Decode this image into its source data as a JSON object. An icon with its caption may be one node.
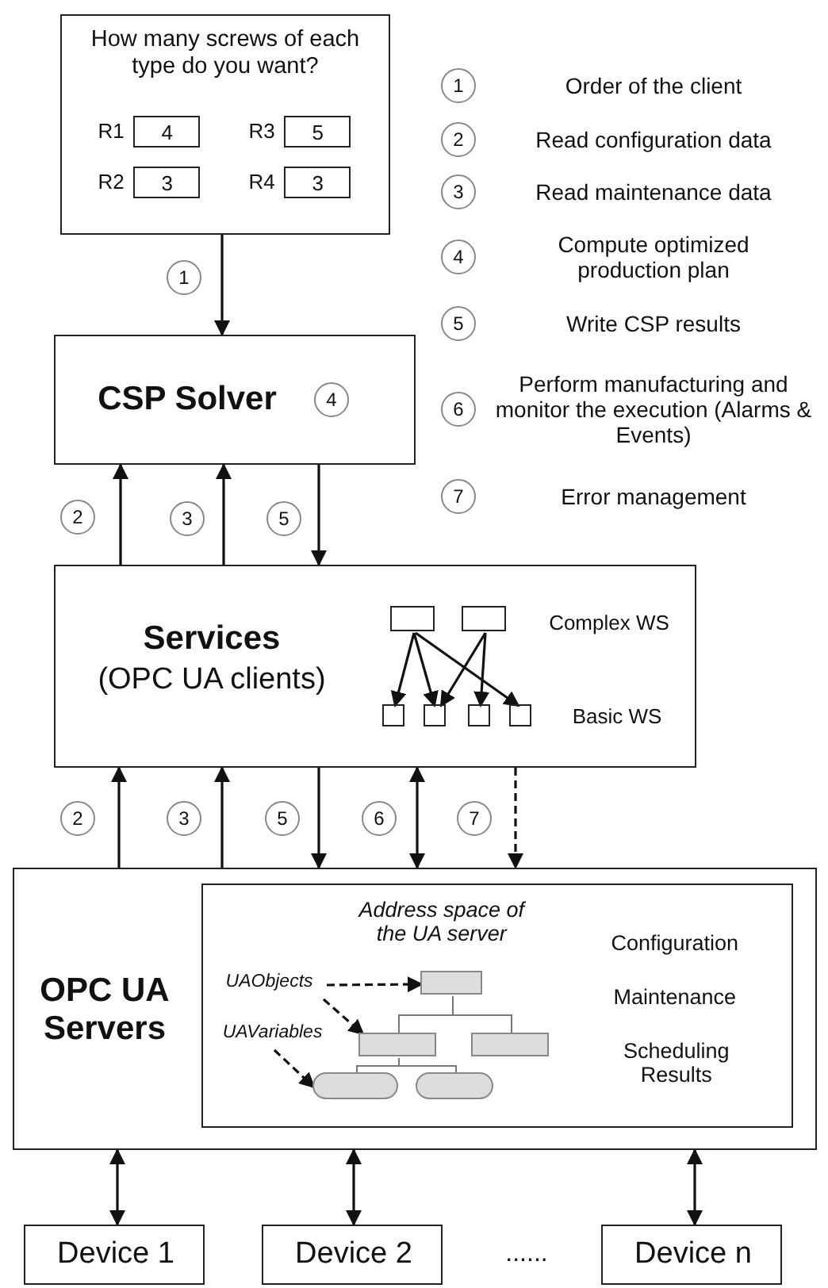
{
  "diagram": {
    "nodes": [
      {
        "text": [
          "How many screws of each type do you want?"
        ]
      },
      {
        "text": [
          "4"
        ],
        "in": 0,
        "beside": [
          "R1"
        ]
      },
      {
        "text": [
          "5"
        ],
        "in": 0,
        "beside": [
          "R3"
        ]
      },
      {
        "text": [
          "3"
        ],
        "in": 0,
        "beside": [
          "R2"
        ]
      },
      {
        "text": [
          "3"
        ],
        "in": 0,
        "beside": [
          "R4"
        ]
      },
      {
        "text": [
          "CSP Solver",
          "4"
        ]
      },
      {
        "text": [
          "Services",
          "(OPC UA clients)"
        ]
      },
      {
        "text": [],
        "shape": "box",
        "in": 6
      },
      {
        "text": [],
        "shape": "box",
        "in": 6
      },
      {
        "text": [],
        "shape": "box",
        "in": 6
      },
      {
        "text": [],
        "shape": "box",
        "in": 6
      },
      {
        "text": [],
        "shape": "box",
        "in": 6
      },
      {
        "text": [],
        "shape": "box",
        "in": 6
      },
      {
        "text": [
          "OPC UA Servers"
        ]
      },
      {
        "text": [
          "Address space of the UA server",
          "Configuration",
          "Maintenance",
          "Scheduling Results"
        ],
        "in": 13
      },
      {
        "text": [
          "UAObjects"
        ],
        "in": 14
      },
      {
        "text": [
          "UAVariables"
        ],
        "in": 14
      },
      {
        "text": [],
        "shape": "box",
        "in": 14
      },
      {
        "text": [],
        "shape": "box",
        "in": 14
      },
      {
        "text": [],
        "shape": "box",
        "in": 14
      },
      {
        "text": [],
        "shape": "capsule",
        "in": 14
      },
      {
        "text": [],
        "shape": "capsule",
        "in": 14
      },
      {
        "text": [
          "Device 1"
        ]
      },
      {
        "text": [
          "Device 2"
        ]
      },
      {
        "text": [
          "Device n"
        ]
      }
    ],
    "edges": [
      {
        "from": 0,
        "to": 5,
        "arrow": "to",
        "label": "1"
      },
      {
        "from": 6,
        "to": 5,
        "arrow": "to",
        "label": "2"
      },
      {
        "from": 6,
        "to": 5,
        "arrow": "to",
        "label": "3"
      },
      {
        "from": 5,
        "to": 6,
        "arrow": "to",
        "label": "5"
      },
      {
        "from": 13,
        "to": 6,
        "arrow": "to",
        "label": "2"
      },
      {
        "from": 13,
        "to": 6,
        "arrow": "to",
        "label": "3"
      },
      {
        "from": 6,
        "to": 13,
        "arrow": "to",
        "label": "5"
      },
      {
        "from": 6,
        "to": 13,
        "arrow": "both",
        "label": "6"
      },
      {
        "from": 6,
        "to": 13,
        "arrow": "to",
        "label": "7",
        "style": "dashed"
      },
      {
        "from": 7,
        "to": 9,
        "arrow": "to"
      },
      {
        "from": 7,
        "to": 10,
        "arrow": "to"
      },
      {
        "from": 7,
        "to": 12,
        "arrow": "to"
      },
      {
        "from": 8,
        "to": 10,
        "arrow": "to"
      },
      {
        "from": 8,
        "to": 11,
        "arrow": "to"
      },
      {
        "from": 15,
        "to": 17,
        "arrow": "to",
        "style": "dashed"
      },
      {
        "from": 15,
        "to": 18,
        "arrow": "to",
        "style": "dashed"
      },
      {
        "from": 16,
        "to": 20,
        "arrow": "to",
        "style": "dashed"
      },
      {
        "from": 17,
        "to": 18,
        "arrow": "none",
        "color": "#777777"
      },
      {
        "from": 17,
        "to": 19,
        "arrow": "none",
        "color": "#777777"
      },
      {
        "from": 18,
        "to": 20,
        "arrow": "none",
        "color": "#777777"
      },
      {
        "from": 18,
        "to": 21,
        "arrow": "none",
        "color": "#777777"
      },
      {
        "from": 13,
        "to": 22,
        "arrow": "both"
      },
      {
        "from": 13,
        "to": 23,
        "arrow": "both"
      },
      {
        "from": 13,
        "to": 24,
        "arrow": "both"
      }
    ],
    "labels": [
      "1",
      "Order of the client",
      "2",
      "Read configuration data",
      "3",
      "Read maintenance data",
      "4",
      "Compute optimized production plan",
      "5",
      "Write CSP results",
      "6",
      "Perform manufacturing and monitor the execution (Alarms & Events)",
      "7",
      "Error management",
      "Complex WS",
      "Basic WS",
      "......"
    ]
  }
}
